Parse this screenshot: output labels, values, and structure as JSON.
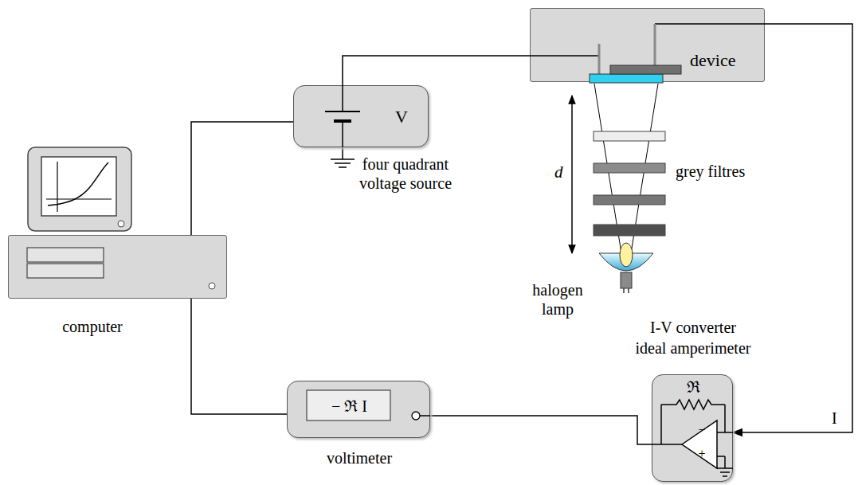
{
  "diagram": {
    "nodes": [
      {
        "text": [
          "device"
        ]
      },
      {
        "text": [
          "V",
          "four quadrant voltage source"
        ]
      },
      {
        "text": [
          "computer"
        ]
      },
      {
        "text": [
          "− ℜ I",
          "voltimeter"
        ]
      },
      {
        "text": [
          "I-V converter",
          "ideal amperimeter",
          "ℜ"
        ]
      }
    ],
    "edges": [
      {
        "from": 2,
        "to": 1,
        "arrow": "none"
      },
      {
        "from": 1,
        "to": 0,
        "arrow": "none"
      },
      {
        "from": 0,
        "to": 4,
        "label": "I",
        "arrow": "to"
      },
      {
        "from": 2,
        "to": 3,
        "arrow": "none"
      },
      {
        "from": 3,
        "to": 4,
        "arrow": "none"
      }
    ],
    "labels": [
      "d",
      "grey filtres",
      "halogen lamp",
      "−",
      "+"
    ]
  }
}
